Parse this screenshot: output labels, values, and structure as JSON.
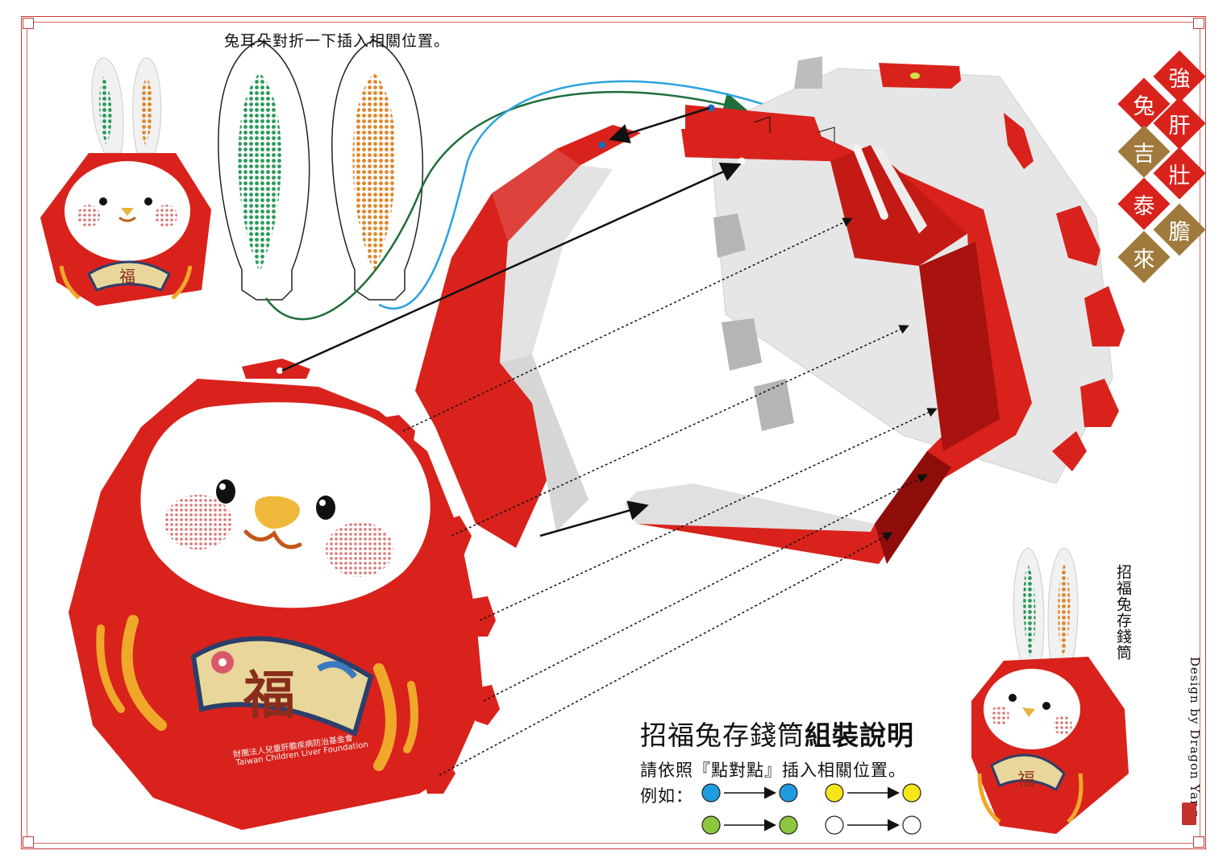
{
  "ear_instruction": "兔耳朵對折一下插入相關位置。",
  "slogan_chars": [
    {
      "char": "強",
      "color": "#d9221c"
    },
    {
      "char": "兔",
      "color": "#d9221c"
    },
    {
      "char": "肝",
      "color": "#d9221c"
    },
    {
      "char": "吉",
      "color": "#9f7a3c"
    },
    {
      "char": "壯",
      "color": "#d9221c"
    },
    {
      "char": "泰",
      "color": "#d9221c"
    },
    {
      "char": "膽",
      "color": "#9f7a3c"
    },
    {
      "char": "來",
      "color": "#9f7a3c"
    }
  ],
  "product_name_vertical": "招福兔存錢筒",
  "credit": "Design by Dragon Yang",
  "assembly_title": {
    "normal": "招福兔存錢筒",
    "bold": "組裝說明"
  },
  "instruction": "請依照『點對點』插入相關位置。",
  "example_label": "例如：",
  "example_pairs": [
    {
      "color": "#1f9be0",
      "name": "blue"
    },
    {
      "color": "#f5e61a",
      "name": "yellow"
    },
    {
      "color": "#8dc63f",
      "name": "green"
    },
    {
      "color": "#ffffff",
      "name": "white"
    }
  ],
  "front_panel": {
    "fan_char": "福",
    "foundation_zh": "財團法人兒童肝膽疾病防治基金會",
    "foundation_en": "Taiwan Children Liver Foundation"
  },
  "colors": {
    "brand_red": "#d9221c",
    "gold": "#9f7a3c",
    "ear_green": "#2a9a5a",
    "ear_orange": "#e0862a",
    "arrow_blue": "#2aa3e0",
    "arrow_green": "#1f6e3a"
  }
}
